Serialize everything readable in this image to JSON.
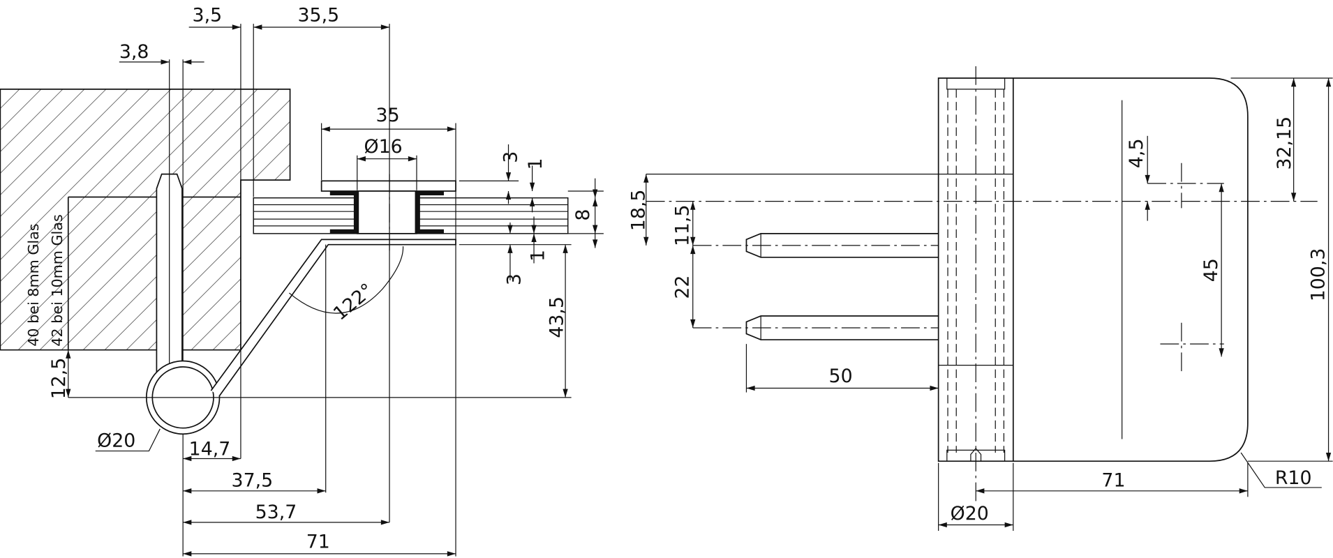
{
  "title": "Glass door hinge technical drawing",
  "left_view": {
    "dims": {
      "d3_5": "3,5",
      "d35_5": "35,5",
      "d3_8": "3,8",
      "d35": "35",
      "d16": "Ø16",
      "d3_top": "3",
      "d1_top": "1",
      "d8": "8",
      "d1_bot": "1",
      "d3_bot": "3",
      "d43_5": "43,5",
      "d122": "122°",
      "d12_5": "12,5",
      "d20": "Ø20",
      "d14_7": "14,7",
      "d37_5": "37,5",
      "d53_7": "53,7",
      "d71": "71"
    },
    "notes": {
      "glass8": "40 bei 8mm Glas",
      "glass10": "42 bei 10mm Glas"
    }
  },
  "right_view": {
    "dims": {
      "d18_5": "18,5",
      "d11_5": "11,5",
      "d22": "22",
      "d50": "50",
      "d4_5": "4,5",
      "d45": "45",
      "d32_15": "32,15",
      "d100_3": "100,3",
      "d71": "71",
      "d20": "Ø20",
      "r10": "R10"
    }
  }
}
